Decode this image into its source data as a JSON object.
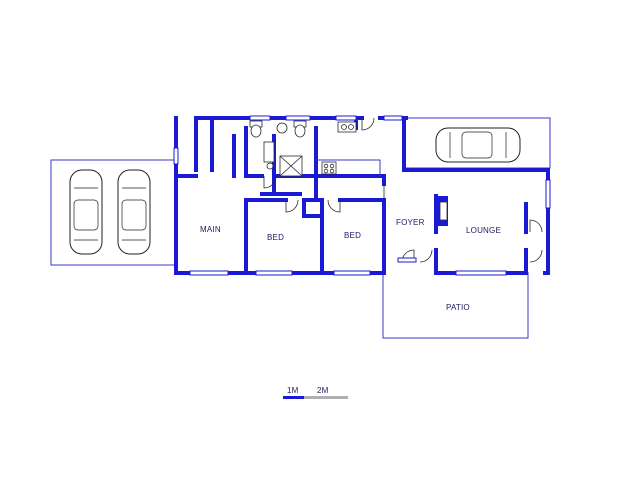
{
  "rooms": {
    "main": "MAIN",
    "bed1": "BED",
    "bed2": "BED",
    "foyer": "FOYER",
    "lounge": "LOUNGE",
    "patio": "PATIO"
  },
  "scale_bar": {
    "label_1": "1M",
    "label_2": "2M"
  },
  "colors": {
    "wall": "#1a1ad6",
    "outline": "#3a3ac8",
    "label": "#1a1a66",
    "scale_dark": "#1a1ad6",
    "scale_light": "#b0b0b0"
  }
}
